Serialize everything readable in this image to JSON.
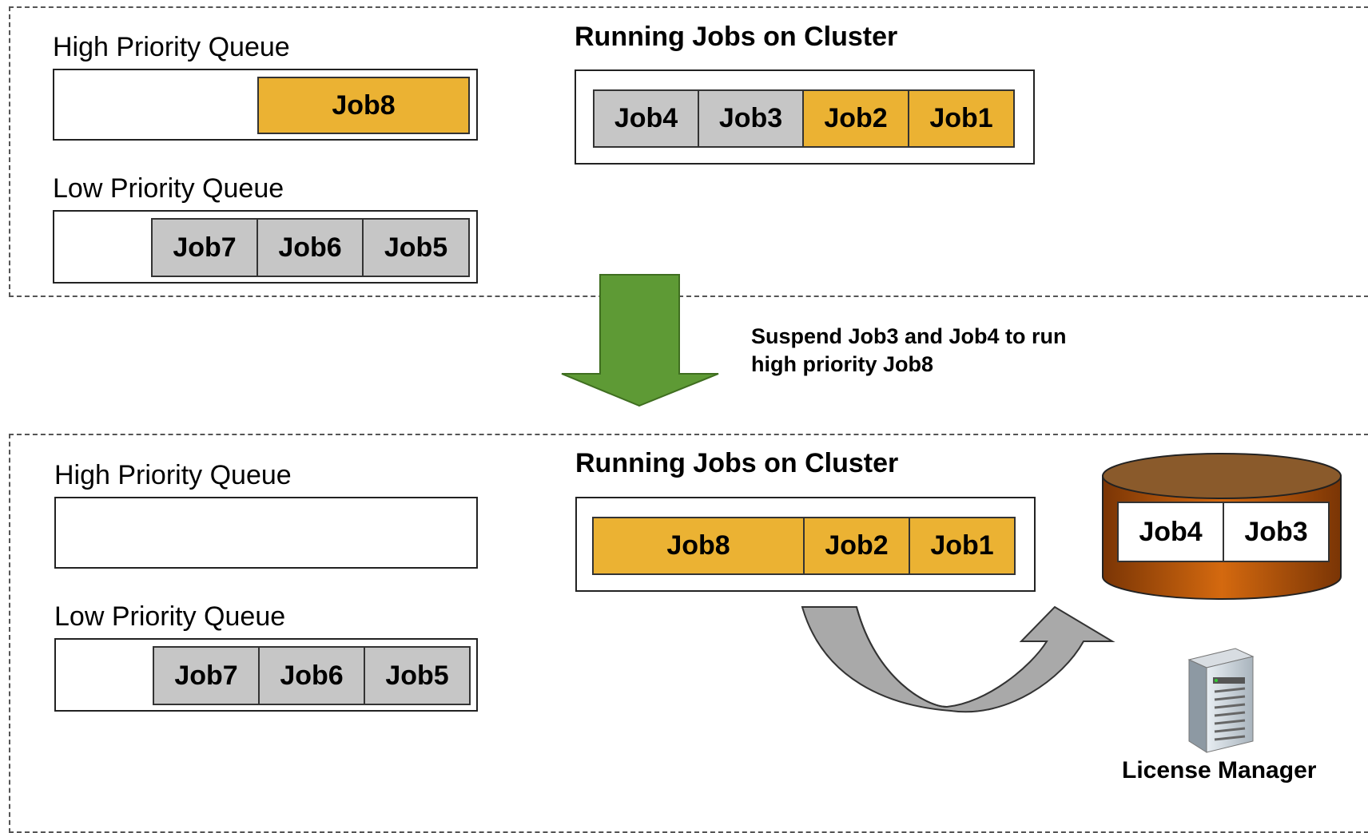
{
  "top": {
    "high_queue_label": "High Priority Queue",
    "low_queue_label": "Low Priority Queue",
    "cluster_title": "Running Jobs on Cluster",
    "high_queue_jobs": [
      "Job8"
    ],
    "low_queue_jobs": [
      "Job7",
      "Job6",
      "Job5"
    ],
    "running_jobs": [
      "Job4",
      "Job3",
      "Job2",
      "Job1"
    ]
  },
  "transition_note": {
    "line1": "Suspend Job3 and Job4 to run",
    "line2": "high priority Job8"
  },
  "bottom": {
    "high_queue_label": "High Priority Queue",
    "low_queue_label": "Low Priority Queue",
    "cluster_title": "Running Jobs on Cluster",
    "high_queue_jobs": [],
    "low_queue_jobs": [
      "Job7",
      "Job6",
      "Job5"
    ],
    "running_jobs": [
      "Job8",
      "Job2",
      "Job1"
    ],
    "suspended_jobs": [
      "Job4",
      "Job3"
    ],
    "license_manager_label": "License Manager"
  },
  "colors": {
    "high_priority_job": "#ebb233",
    "low_priority_job": "#c6c6c6",
    "down_arrow": "#5e9a35",
    "storage": "#b8580f",
    "swap_arrow": "#a9a9a9"
  }
}
